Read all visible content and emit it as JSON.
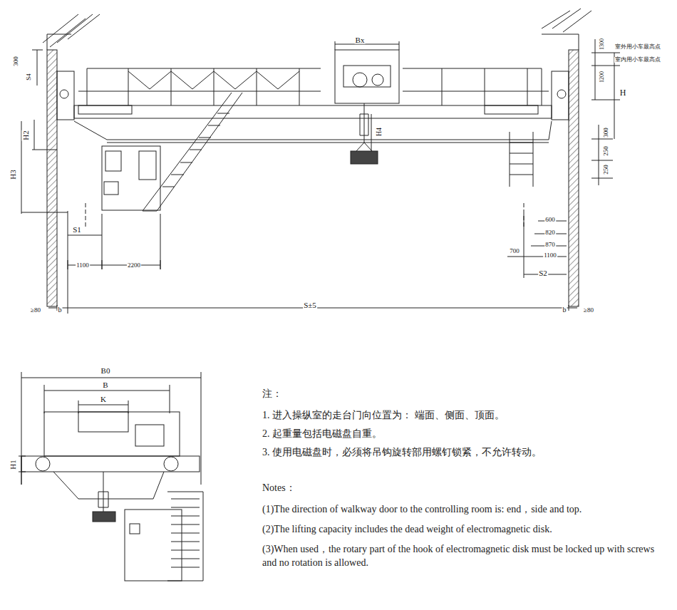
{
  "diagram": {
    "labels": [
      "Bx",
      "1300",
      "室外用小车最高点",
      "室内用小车最高点",
      "1200",
      "H",
      "300",
      "S4",
      "H2",
      "H3",
      "H4",
      "300",
      "250",
      "250",
      "600",
      "820",
      "870",
      "1100",
      "700",
      "S2",
      "S1",
      "1100",
      "2200",
      "≥80",
      "b",
      "S±5",
      "b",
      "≥80",
      "B0",
      "B",
      "K",
      "H1",
      "注：",
      "1. 进入操纵室的走台门向位置为：  端面、侧面、顶面。",
      "2. 起重量包括电磁盘自重。",
      "3. 使用电磁盘时，必须将吊钩旋转部用螺钉锁紧，不允许转动。",
      "Notes：",
      "(1)The direction of walkway door to the controlling room is:   end，side and top.",
      "(2)The lifting capacity includes the dead weight of electromagnetic disk.",
      "(3)When used，the rotary part of the hook of electromagnetic disk must be locked up with screws and no rotation is allowed."
    ]
  }
}
